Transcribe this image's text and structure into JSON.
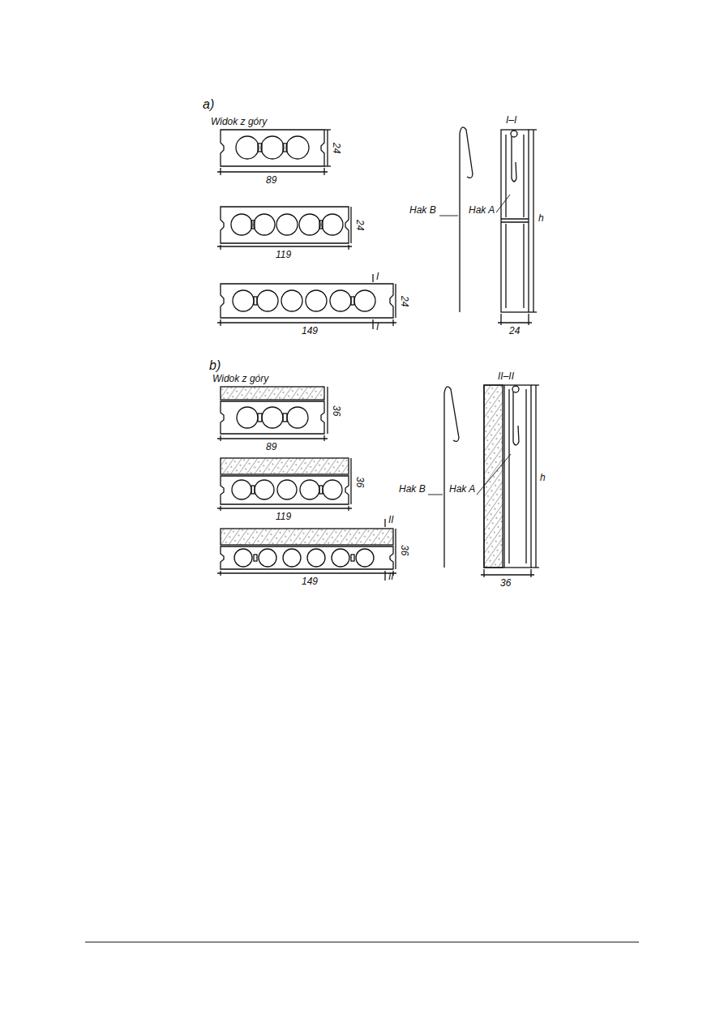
{
  "diagram": {
    "labels": [
      "a)",
      "Widok z góry",
      "24",
      "89",
      "24",
      "119",
      "I",
      "24",
      "149",
      "I",
      "Hak B",
      "Hak A",
      "I–I",
      "h",
      "24",
      "b)",
      "Widok z góry",
      "36",
      "89",
      "36",
      "119",
      "II",
      "36",
      "149",
      "II",
      "Hak B",
      "Hak A",
      "II–II",
      "h",
      "36"
    ]
  }
}
